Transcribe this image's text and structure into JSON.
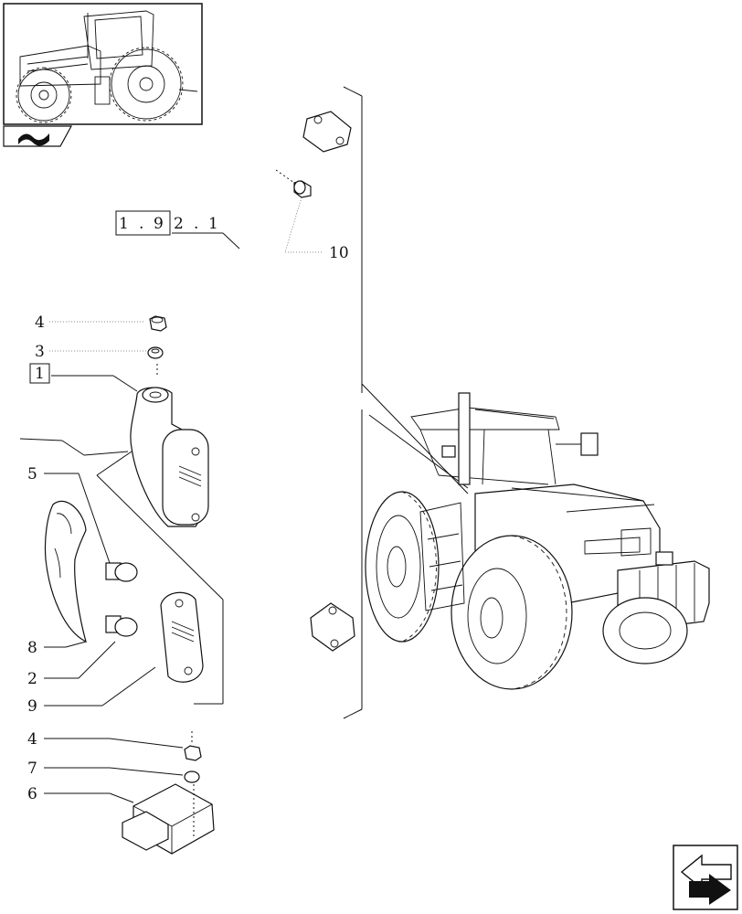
{
  "reference": {
    "label": "1.92.1",
    "boxed_part": "1.9",
    "suffix": "2.1"
  },
  "callouts": [
    {
      "id": "c4a",
      "label": "4"
    },
    {
      "id": "c3",
      "label": "3"
    },
    {
      "id": "c1",
      "label": "1"
    },
    {
      "id": "c5",
      "label": "5"
    },
    {
      "id": "c8",
      "label": "8"
    },
    {
      "id": "c2",
      "label": "2"
    },
    {
      "id": "c9",
      "label": "9"
    },
    {
      "id": "c4b",
      "label": "4"
    },
    {
      "id": "c7",
      "label": "7"
    },
    {
      "id": "c6",
      "label": "6"
    },
    {
      "id": "c10",
      "label": "10"
    }
  ],
  "ref_chars": [
    "1",
    ".",
    "9",
    "2",
    ".",
    "1"
  ],
  "icons": {
    "thumbnail": "tractor-thumbnail-icon",
    "section": "section-tab-icon",
    "nav": "next-page-arrow-icon"
  }
}
